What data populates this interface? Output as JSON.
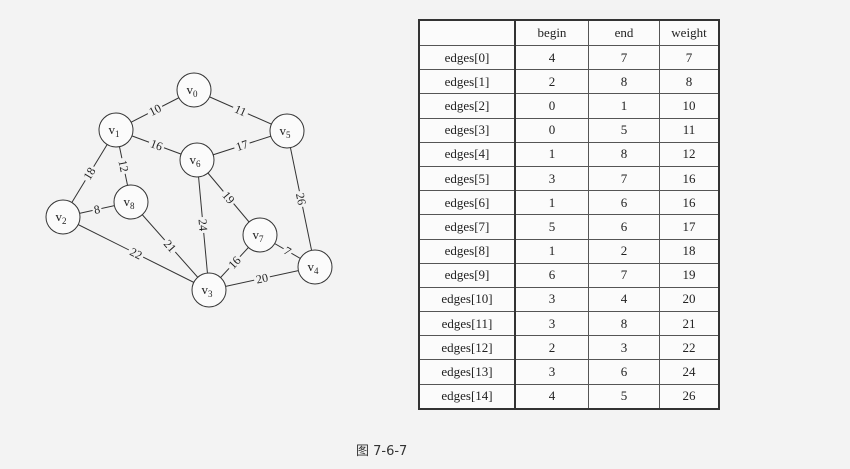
{
  "graph": {
    "nodes": [
      {
        "id": "v0",
        "base": "v",
        "sub": "0"
      },
      {
        "id": "v1",
        "base": "v",
        "sub": "1"
      },
      {
        "id": "v2",
        "base": "v",
        "sub": "2"
      },
      {
        "id": "v3",
        "base": "v",
        "sub": "3"
      },
      {
        "id": "v4",
        "base": "v",
        "sub": "4"
      },
      {
        "id": "v5",
        "base": "v",
        "sub": "5"
      },
      {
        "id": "v6",
        "base": "v",
        "sub": "6"
      },
      {
        "id": "v7",
        "base": "v",
        "sub": "7"
      },
      {
        "id": "v8",
        "base": "v",
        "sub": "8"
      }
    ],
    "edges": [
      {
        "from": "v0",
        "to": "v1",
        "weight": "10"
      },
      {
        "from": "v0",
        "to": "v5",
        "weight": "11"
      },
      {
        "from": "v1",
        "to": "v6",
        "weight": "16"
      },
      {
        "from": "v1",
        "to": "v2",
        "weight": "18"
      },
      {
        "from": "v1",
        "to": "v8",
        "weight": "12"
      },
      {
        "from": "v2",
        "to": "v8",
        "weight": "8"
      },
      {
        "from": "v2",
        "to": "v3",
        "weight": "22"
      },
      {
        "from": "v8",
        "to": "v3",
        "weight": "21"
      },
      {
        "from": "v6",
        "to": "v5",
        "weight": "17"
      },
      {
        "from": "v6",
        "to": "v7",
        "weight": "19"
      },
      {
        "from": "v6",
        "to": "v3",
        "weight": "24"
      },
      {
        "from": "v5",
        "to": "v4",
        "weight": "26"
      },
      {
        "from": "v7",
        "to": "v4",
        "weight": "7"
      },
      {
        "from": "v7",
        "to": "v3",
        "weight": "16"
      },
      {
        "from": "v3",
        "to": "v4",
        "weight": "20"
      }
    ]
  },
  "table": {
    "headers": [
      "",
      "begin",
      "end",
      "weight"
    ],
    "rows": [
      {
        "label": "edges[0]",
        "begin": "4",
        "end": "7",
        "weight": "7"
      },
      {
        "label": "edges[1]",
        "begin": "2",
        "end": "8",
        "weight": "8"
      },
      {
        "label": "edges[2]",
        "begin": "0",
        "end": "1",
        "weight": "10"
      },
      {
        "label": "edges[3]",
        "begin": "0",
        "end": "5",
        "weight": "11"
      },
      {
        "label": "edges[4]",
        "begin": "1",
        "end": "8",
        "weight": "12"
      },
      {
        "label": "edges[5]",
        "begin": "3",
        "end": "7",
        "weight": "16"
      },
      {
        "label": "edges[6]",
        "begin": "1",
        "end": "6",
        "weight": "16"
      },
      {
        "label": "edges[7]",
        "begin": "5",
        "end": "6",
        "weight": "17"
      },
      {
        "label": "edges[8]",
        "begin": "1",
        "end": "2",
        "weight": "18"
      },
      {
        "label": "edges[9]",
        "begin": "6",
        "end": "7",
        "weight": "19"
      },
      {
        "label": "edges[10]",
        "begin": "3",
        "end": "4",
        "weight": "20"
      },
      {
        "label": "edges[11]",
        "begin": "3",
        "end": "8",
        "weight": "21"
      },
      {
        "label": "edges[12]",
        "begin": "2",
        "end": "3",
        "weight": "22"
      },
      {
        "label": "edges[13]",
        "begin": "3",
        "end": "6",
        "weight": "24"
      },
      {
        "label": "edges[14]",
        "begin": "4",
        "end": "5",
        "weight": "26"
      }
    ]
  },
  "caption": "图 7-6-7"
}
